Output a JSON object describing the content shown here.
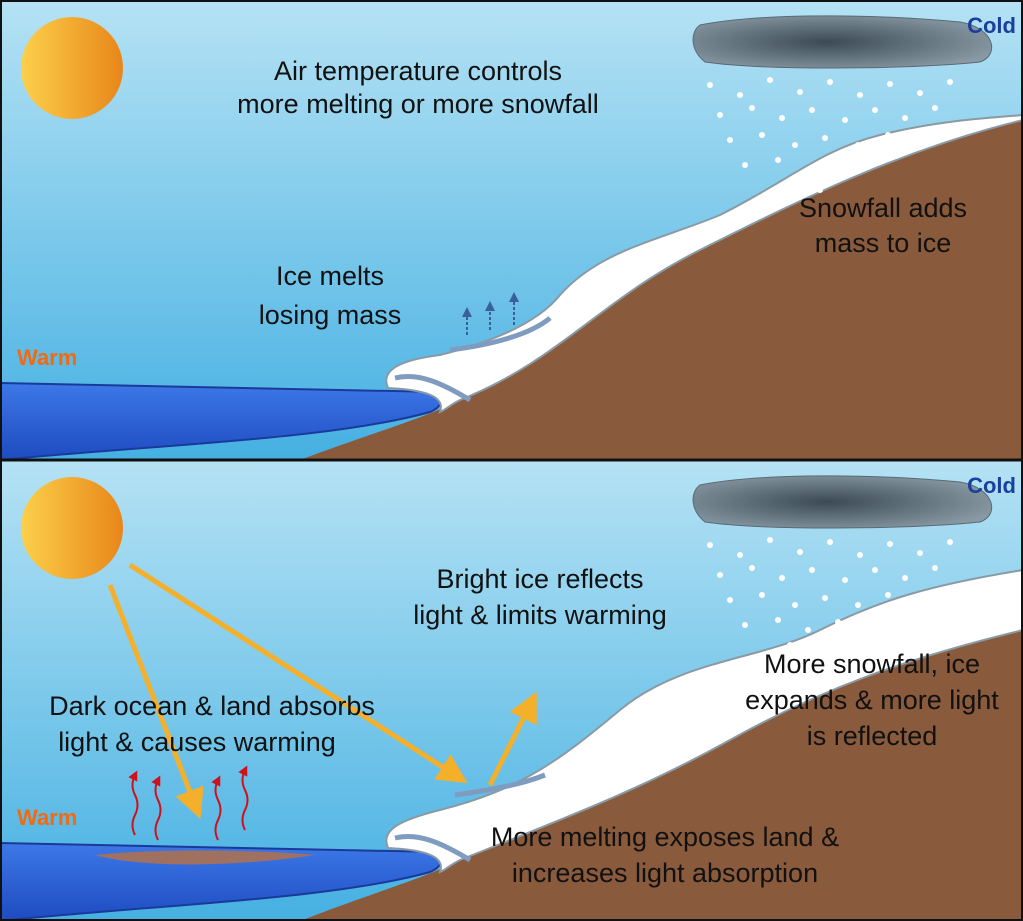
{
  "top_panel": {
    "title_lines": [
      "Air temperature controls",
      "more melting or more snowfall"
    ],
    "melt_lines": [
      "Ice melts",
      "losing mass"
    ],
    "snow_lines": [
      "Snowfall adds",
      "mass to ice"
    ],
    "warm_label": "Warm",
    "cold_label": "Cold"
  },
  "bottom_panel": {
    "reflect_lines": [
      "Bright ice reflects",
      "light & limits warming"
    ],
    "expand_lines": [
      "More snowfall, ice",
      "expands & more light",
      "is reflected"
    ],
    "absorb_lines": [
      "Dark ocean & land absorbs",
      "light & causes warming"
    ],
    "exposes_lines": [
      "More melting exposes land &",
      "increases light absorption"
    ],
    "warm_label": "Warm",
    "cold_label": "Cold"
  },
  "colors": {
    "sky_top": "#b5e2f4",
    "sky_bottom": "#45b0e2",
    "ocean": "#2f62d8",
    "land": "#8a5a3c",
    "sun": "#f5a623",
    "arrow": "#f4b02a",
    "heat": "#d0101a"
  }
}
